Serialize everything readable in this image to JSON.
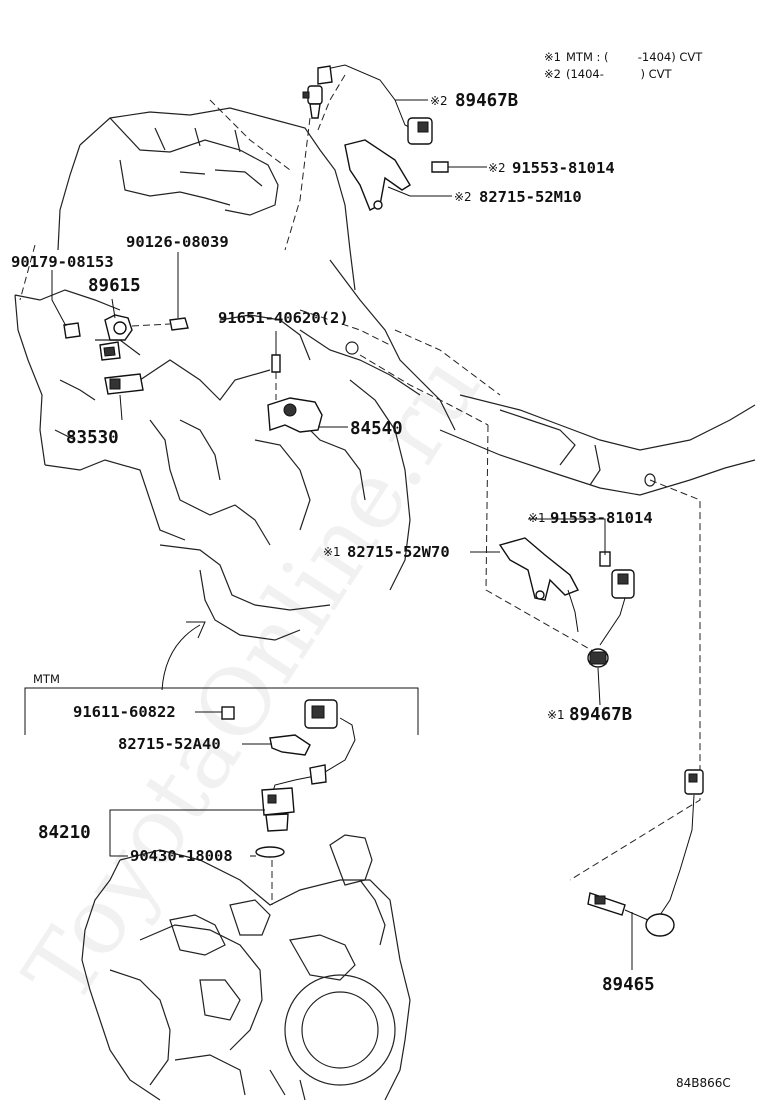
{
  "notes": {
    "note1_mark": "※1",
    "note1_text": "MTM : (        -1404) CVT",
    "note2_mark": "※2",
    "note2_text": "(1404-          ) CVT"
  },
  "parts": {
    "p_89467b_top": {
      "mark": "※2",
      "number": "89467B"
    },
    "p_91553_top": {
      "mark": "※2",
      "number": "91553-81014"
    },
    "p_82715_52m10": {
      "mark": "※2",
      "number": "82715-52M10"
    },
    "p_90126": {
      "number": "90126-08039"
    },
    "p_90179": {
      "number": "90179-08153"
    },
    "p_89615": {
      "number": "89615"
    },
    "p_91651": {
      "number": "91651-40620(2)"
    },
    "p_83530": {
      "number": "83530"
    },
    "p_84540": {
      "number": "84540"
    },
    "p_91553_mid": {
      "mark": "※1",
      "number": "91553-81014"
    },
    "p_82715_52w70": {
      "mark": "※1",
      "number": "82715-52W70"
    },
    "p_89467b_mid": {
      "mark": "※1",
      "number": "89467B"
    },
    "p_91611": {
      "number": "91611-60822"
    },
    "p_82715_52a40": {
      "number": "82715-52A40"
    },
    "p_84210": {
      "number": "84210"
    },
    "p_90430": {
      "number": "90430-18008"
    },
    "p_89465": {
      "number": "89465"
    }
  },
  "section_label": "MTM",
  "diagram_code": "84B866C",
  "watermark": "ToyotaOnline.ru"
}
